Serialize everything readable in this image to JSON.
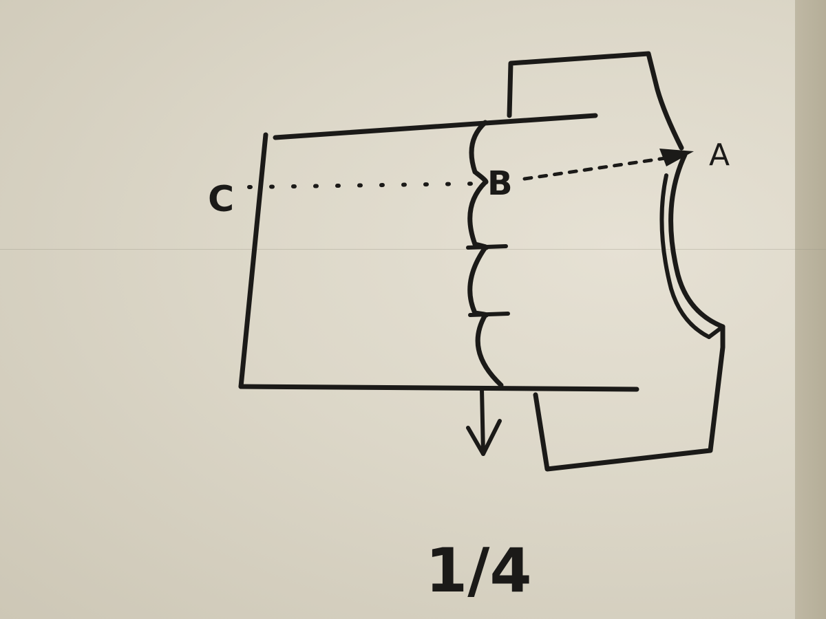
{
  "diagram": {
    "labels": {
      "a": "A",
      "b": "B",
      "c": "C",
      "fraction": "1/4"
    },
    "colors": {
      "ink": "#1b1a18",
      "paper": "#e3dfd3"
    }
  }
}
